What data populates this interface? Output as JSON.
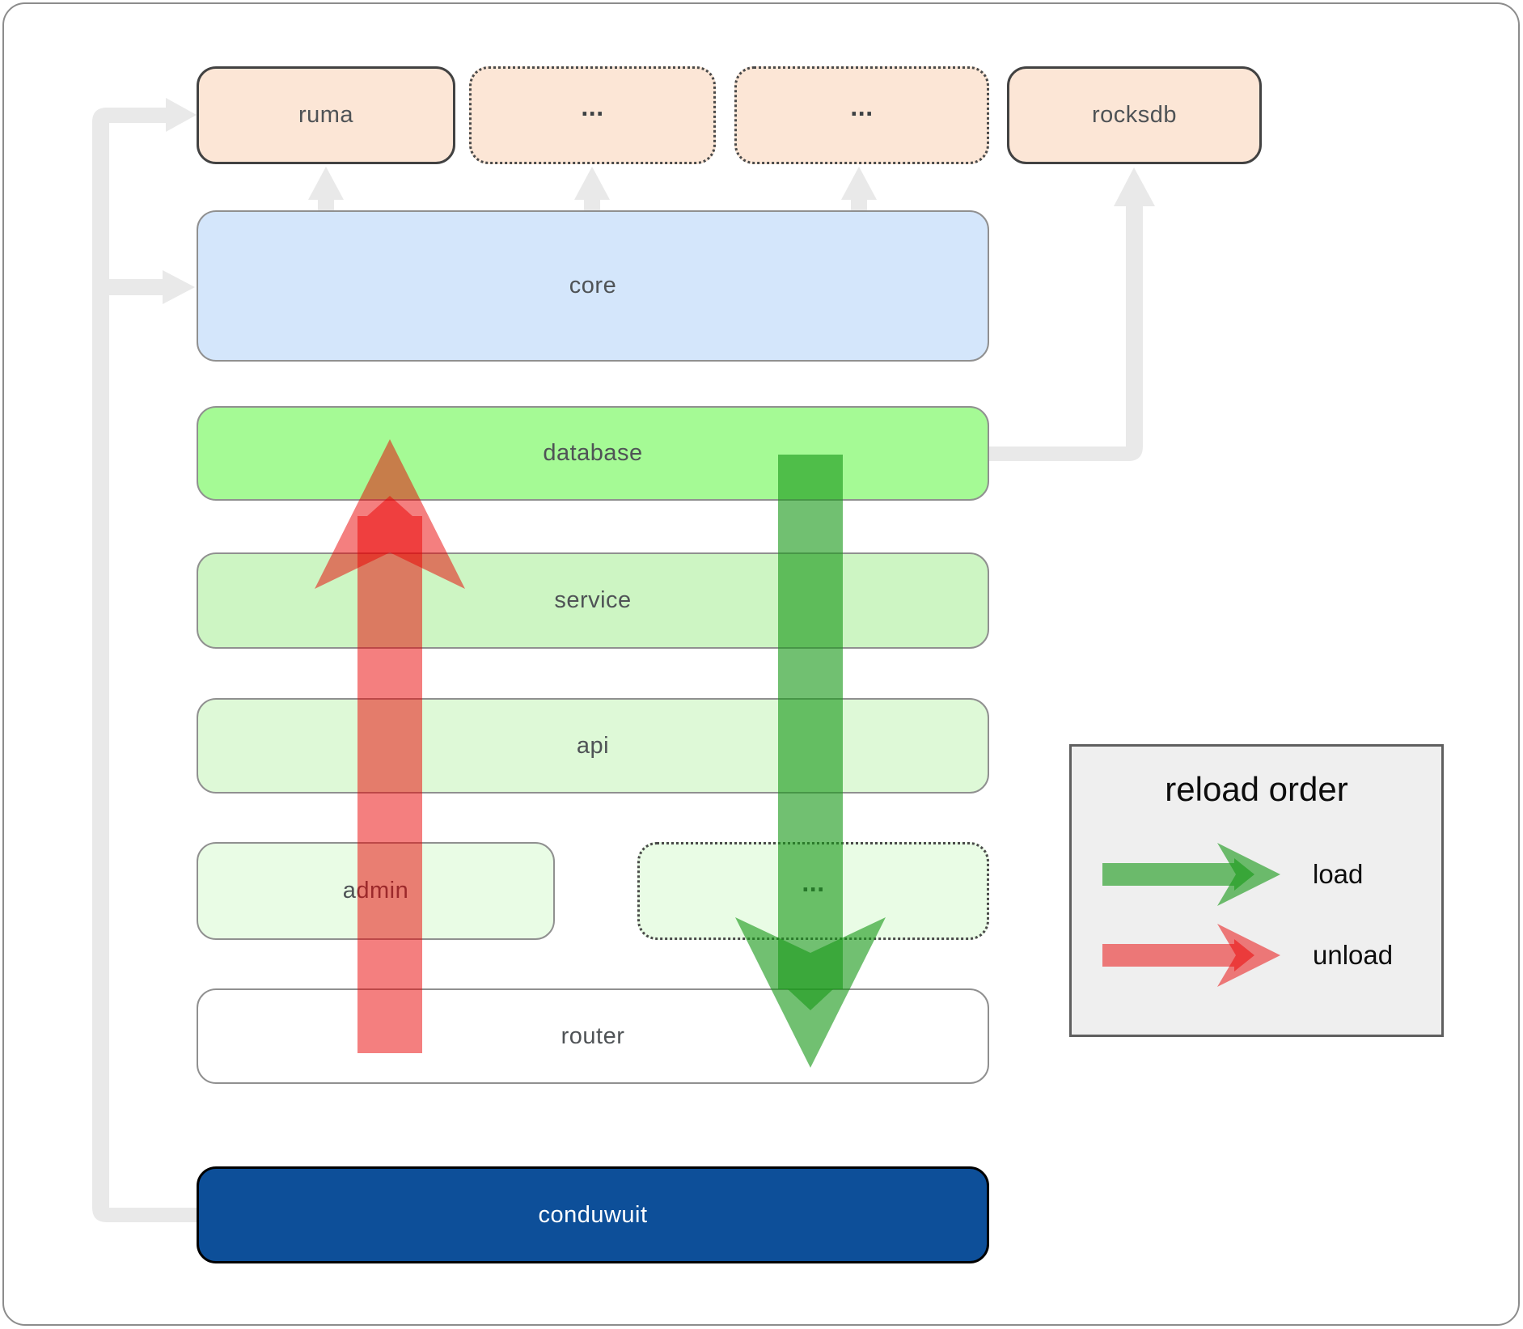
{
  "diagram": {
    "boxes": {
      "ruma": {
        "label": "ruma"
      },
      "ellipsis_top_1": {
        "label": "..."
      },
      "ellipsis_top_2": {
        "label": "..."
      },
      "rocksdb": {
        "label": "rocksdb"
      },
      "core": {
        "label": "core"
      },
      "database": {
        "label": "database"
      },
      "service": {
        "label": "service"
      },
      "api": {
        "label": "api"
      },
      "admin": {
        "label": "admin"
      },
      "ellipsis_bottom": {
        "label": "..."
      },
      "router": {
        "label": "router"
      },
      "conduwuit": {
        "label": "conduwuit"
      }
    },
    "legend": {
      "title": "reload order",
      "items": [
        {
          "icon": "green-right-arrow",
          "label": "load"
        },
        {
          "icon": "red-right-arrow",
          "label": "unload"
        }
      ]
    },
    "colors": {
      "load_arrow": "#1a9a1a",
      "unload_arrow": "#ea0000",
      "connector": "#e9e9e9",
      "peach_fill": "#fce6d6",
      "core_fill": "#d4e6fb",
      "database_fill": "#a5fa95",
      "service_fill": "#cdf5c3",
      "api_fill": "#def9d7",
      "admin_fill": "#e9fce5",
      "router_fill": "#ffffff",
      "conduwuit_fill": "#0d4f99",
      "legend_fill": "#efefef"
    }
  }
}
